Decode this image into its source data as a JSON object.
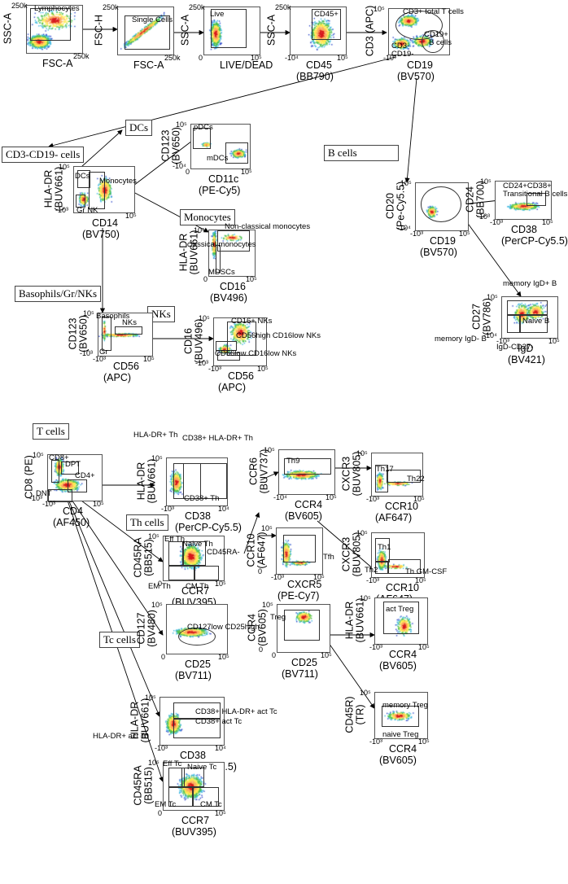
{
  "sections": [
    {
      "id": "dcs",
      "label": "DCs"
    },
    {
      "id": "cd3cd19neg",
      "label": "CD3-CD19- cells"
    },
    {
      "id": "bcells",
      "label": "B cells"
    },
    {
      "id": "monocytes",
      "label": "Monocytes"
    },
    {
      "id": "basophils",
      "label": "Basophils/Gr/NKs"
    },
    {
      "id": "nks",
      "label": "NKs"
    },
    {
      "id": "tcells",
      "label": "T cells"
    },
    {
      "id": "thcells",
      "label": "Th cells"
    },
    {
      "id": "tccells",
      "label": "Tc cells"
    }
  ],
  "plots": [
    {
      "id": "p1",
      "x": "FSC-A",
      "y": "SSC-A",
      "ytop": "250k",
      "xright": "250k",
      "gates": [
        "Lymphocytes"
      ]
    },
    {
      "id": "p2",
      "x": "FSC-A",
      "y": "FSC-H",
      "ytop": "250k",
      "xright": "250k",
      "gates": [
        "Single Cells"
      ]
    },
    {
      "id": "p3",
      "x": "LIVE/DEAD",
      "y": "SSC-A",
      "ytop": "250k",
      "xmin": "0",
      "xright": "10⁵",
      "gates": [
        "Live"
      ]
    },
    {
      "id": "p4",
      "x": "CD45",
      "x2": "(BB790)",
      "y": "SSC-A",
      "ytop": "250k",
      "xmin": "-10⁴",
      "xright": "10⁵",
      "gates": [
        "CD45+"
      ]
    },
    {
      "id": "p5",
      "x": "CD19",
      "x2": "(BV570)",
      "y": "CD3 (APC)",
      "ytop": "10⁵",
      "xmin": "-10³",
      "gates": [
        "CD3+ total T cells",
        "CD19+",
        "B cells",
        "CD3-",
        "CD19-"
      ]
    },
    {
      "id": "p6",
      "x": "CD14",
      "x2": "(BV750)",
      "y": "HLA-DR",
      "y2": "(BUV661)",
      "ytop": "10⁵",
      "ybot": "-10³",
      "xright": "10⁵",
      "gates": [
        "DCs",
        "Monocytes",
        "Gr NK"
      ]
    },
    {
      "id": "p7",
      "x": "CD11c",
      "x2": "(PE-Cy5)",
      "y": "CD123",
      "y2": "(BV650)",
      "ytop": "10⁵",
      "ybot": "-10⁴",
      "xmin": "0",
      "xright": "10⁵",
      "gates": [
        "pDCs",
        "mDCs"
      ]
    },
    {
      "id": "p8",
      "x": "CD16",
      "x2": "(BV496)",
      "y": "HLA-DR",
      "y2": "(BUV661)",
      "ytop": "10⁵",
      "xmin": "0",
      "xright": "10⁵",
      "gates": [
        "Non-classical monocytes",
        "classical monocytes",
        "MDSCs"
      ]
    },
    {
      "id": "p9",
      "x": "CD19",
      "x2": "(BV570)",
      "y": "CD20",
      "y2": "(Pe-Cy5.5)",
      "ytop": "10⁵",
      "ybot": "-10⁴",
      "xmin": "-10³",
      "xright": "10⁵",
      "gates": []
    },
    {
      "id": "p10",
      "x": "CD38",
      "x2": "(PerCP-Cy5.5)",
      "y": "CD24",
      "y2": "(BB700)",
      "ytop": "10⁵",
      "ybot": "-10³",
      "xmin": "-10³",
      "xright": "10⁵",
      "gates": [
        "CD24+CD38+",
        "Transitional B cells"
      ]
    },
    {
      "id": "p11",
      "x": "IgD",
      "x2": "(BV421)",
      "y": "CD27",
      "y2": "(BV786)",
      "ytop": "10⁵",
      "ybot": "-10⁴",
      "xmin": "-10³",
      "xright": "10⁵",
      "gates": [
        "memory IgD+ B",
        "Naive B",
        "IgD-CD27-",
        "memory IgD- B"
      ]
    },
    {
      "id": "p12",
      "x": "CD56",
      "x2": "(APC)",
      "y": "CD123",
      "y2": "(BV650)",
      "ytop": "10⁵",
      "ybot": "-10³",
      "xmin": "-10³",
      "xright": "10⁵",
      "gates": [
        "Basophils",
        "NKs",
        "Gr"
      ]
    },
    {
      "id": "p13",
      "x": "CD56",
      "x2": "(APC)",
      "y": "CD16",
      "y2": "(BUV496)",
      "ytop": "10⁵",
      "ybot": "-10³",
      "xmin": "-10³",
      "xright": "10⁵",
      "gates": [
        "CD16+ NKs",
        "CD56high CD16low NKs",
        "CD56low CD16low NKs"
      ]
    },
    {
      "id": "p14",
      "x": "CD4",
      "x2": "(AF450)",
      "y": "CD8 (PE)",
      "ytop": "10⁵",
      "ybot": "-10³",
      "xmin": "-10³",
      "xright": "10⁵",
      "gates": [
        "CD8+",
        "DPT",
        "CD4+",
        "DNT"
      ]
    },
    {
      "id": "p15",
      "x": "CD38",
      "x2": "(PerCP-Cy5.5)",
      "y": "HLA-DR",
      "y2": "(BUV661)",
      "ytop": "10⁵",
      "xmin": "-10³",
      "xright": "10⁴",
      "gates": [
        "HLA-DR+ Th",
        "CD38+ HLA-DR+ Th",
        "CD38+ Th"
      ]
    },
    {
      "id": "p16",
      "x": "CCR4",
      "x2": "(BV605)",
      "y": "CCR6",
      "y2": "(BUV737)",
      "ytop": "10⁵",
      "xmin": "-10⁴",
      "xright": "10⁵",
      "gates": [
        "Th9"
      ]
    },
    {
      "id": "p17",
      "x": "CCR10",
      "x2": "(AF647)",
      "y": "CXCR3",
      "y2": "(BUV805)",
      "ytop": "10⁵",
      "xmin": "-10³",
      "xright": "10⁵",
      "gates": [
        "Th17",
        "Th22"
      ]
    },
    {
      "id": "p18",
      "x": "CCR7",
      "x2": "(BUV395)",
      "y": "CD45RA",
      "y2": "(BB515)",
      "ytop": "10⁵",
      "xmin": "0",
      "xright": "10⁵",
      "gates": [
        "Eff Th",
        "Naive Th",
        "CD45RA-",
        "EM Th",
        "CM Th"
      ]
    },
    {
      "id": "p19",
      "x": "CXCR5",
      "x2": "(PE-Cy7)",
      "y": "CCR10",
      "y2": "(AF647)",
      "ytop": "10⁵",
      "ybot": "0",
      "xmin": "-10³",
      "xright": "10⁵",
      "gates": [
        "Tfh"
      ]
    },
    {
      "id": "p20",
      "x": "CCR10",
      "x2": "(AF647)",
      "y": "CXCR3",
      "y2": "(BUV805)",
      "ytop": "10⁵",
      "xmin": "-10³",
      "xright": "10⁵",
      "gates": [
        "Th1",
        "Th2",
        "Th GM-CSF"
      ]
    },
    {
      "id": "p21",
      "x": "CD25",
      "x2": "(BV711)",
      "y": "CD127",
      "y2": "(BV480)",
      "ytop": "10⁵",
      "xmin": "0",
      "xright": "10⁵",
      "gates": [
        "CD127low CD25high"
      ]
    },
    {
      "id": "p22",
      "x": "CD25",
      "x2": "(BV711)",
      "y": "CCR4",
      "y2": "(BV605)",
      "ytop": "10⁵",
      "ybot": "0",
      "xmin": "0",
      "xright": "10⁵",
      "gates": [
        "Treg"
      ]
    },
    {
      "id": "p23",
      "x": "CCR4",
      "x2": "(BV605)",
      "y": "HLA-DR",
      "y2": "(BUV661)",
      "ytop": "10⁵",
      "xmin": "-10³",
      "xright": "10⁵",
      "gates": [
        "act Treg"
      ]
    },
    {
      "id": "p24",
      "x": "CCR4",
      "x2": "(BV605)",
      "y": "CD45R)",
      "y2": "(TR)",
      "ytop": "10⁵",
      "xmin": "-10³",
      "xright": "10⁵",
      "gates": [
        "memory Treg",
        "naive Treg"
      ]
    },
    {
      "id": "p25",
      "x": "CD38",
      "x2": "(PerCP-Cy5.5)",
      "y": "HLA-DR",
      "y2": "(BUV661)",
      "ytop": "10⁵",
      "xmin": "-10³",
      "xright": "10⁴",
      "gates": [
        "CD38+ HLA-DR+ act Tc",
        "CD38+ act Tc",
        "HLA-DR+ act Tc"
      ]
    },
    {
      "id": "p26",
      "x": "CCR7",
      "x2": "(BUV395)",
      "y": "CD45RA",
      "y2": "(BB515)",
      "ytop": "10⁵",
      "xmin": "0",
      "xright": "10⁵",
      "gates": [
        "Eff Tc",
        "Naive Tc",
        "EM Tc",
        "CM Tc"
      ]
    }
  ]
}
